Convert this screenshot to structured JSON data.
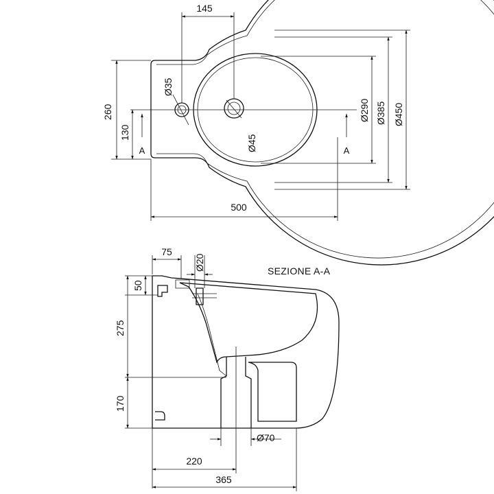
{
  "top_view": {
    "dims": {
      "width_top": "145",
      "hole_small": "Ø35",
      "hole_drain": "Ø45",
      "height_left": "260",
      "half_height": "130",
      "bowl_290": "Ø290",
      "bowl_385": "Ø385",
      "outer_450": "Ø450",
      "length_bottom": "500"
    },
    "section_marks": {
      "left": "A",
      "right": "A"
    }
  },
  "section_view": {
    "title": "SEZIONE A-A",
    "dims": {
      "rim_offset": "75",
      "pipe_20": "Ø20",
      "rim_height": "50",
      "bowl_height": "275",
      "base_height": "170",
      "drain_70": "Ø70",
      "drain_offset": "220",
      "total_depth": "365"
    }
  }
}
